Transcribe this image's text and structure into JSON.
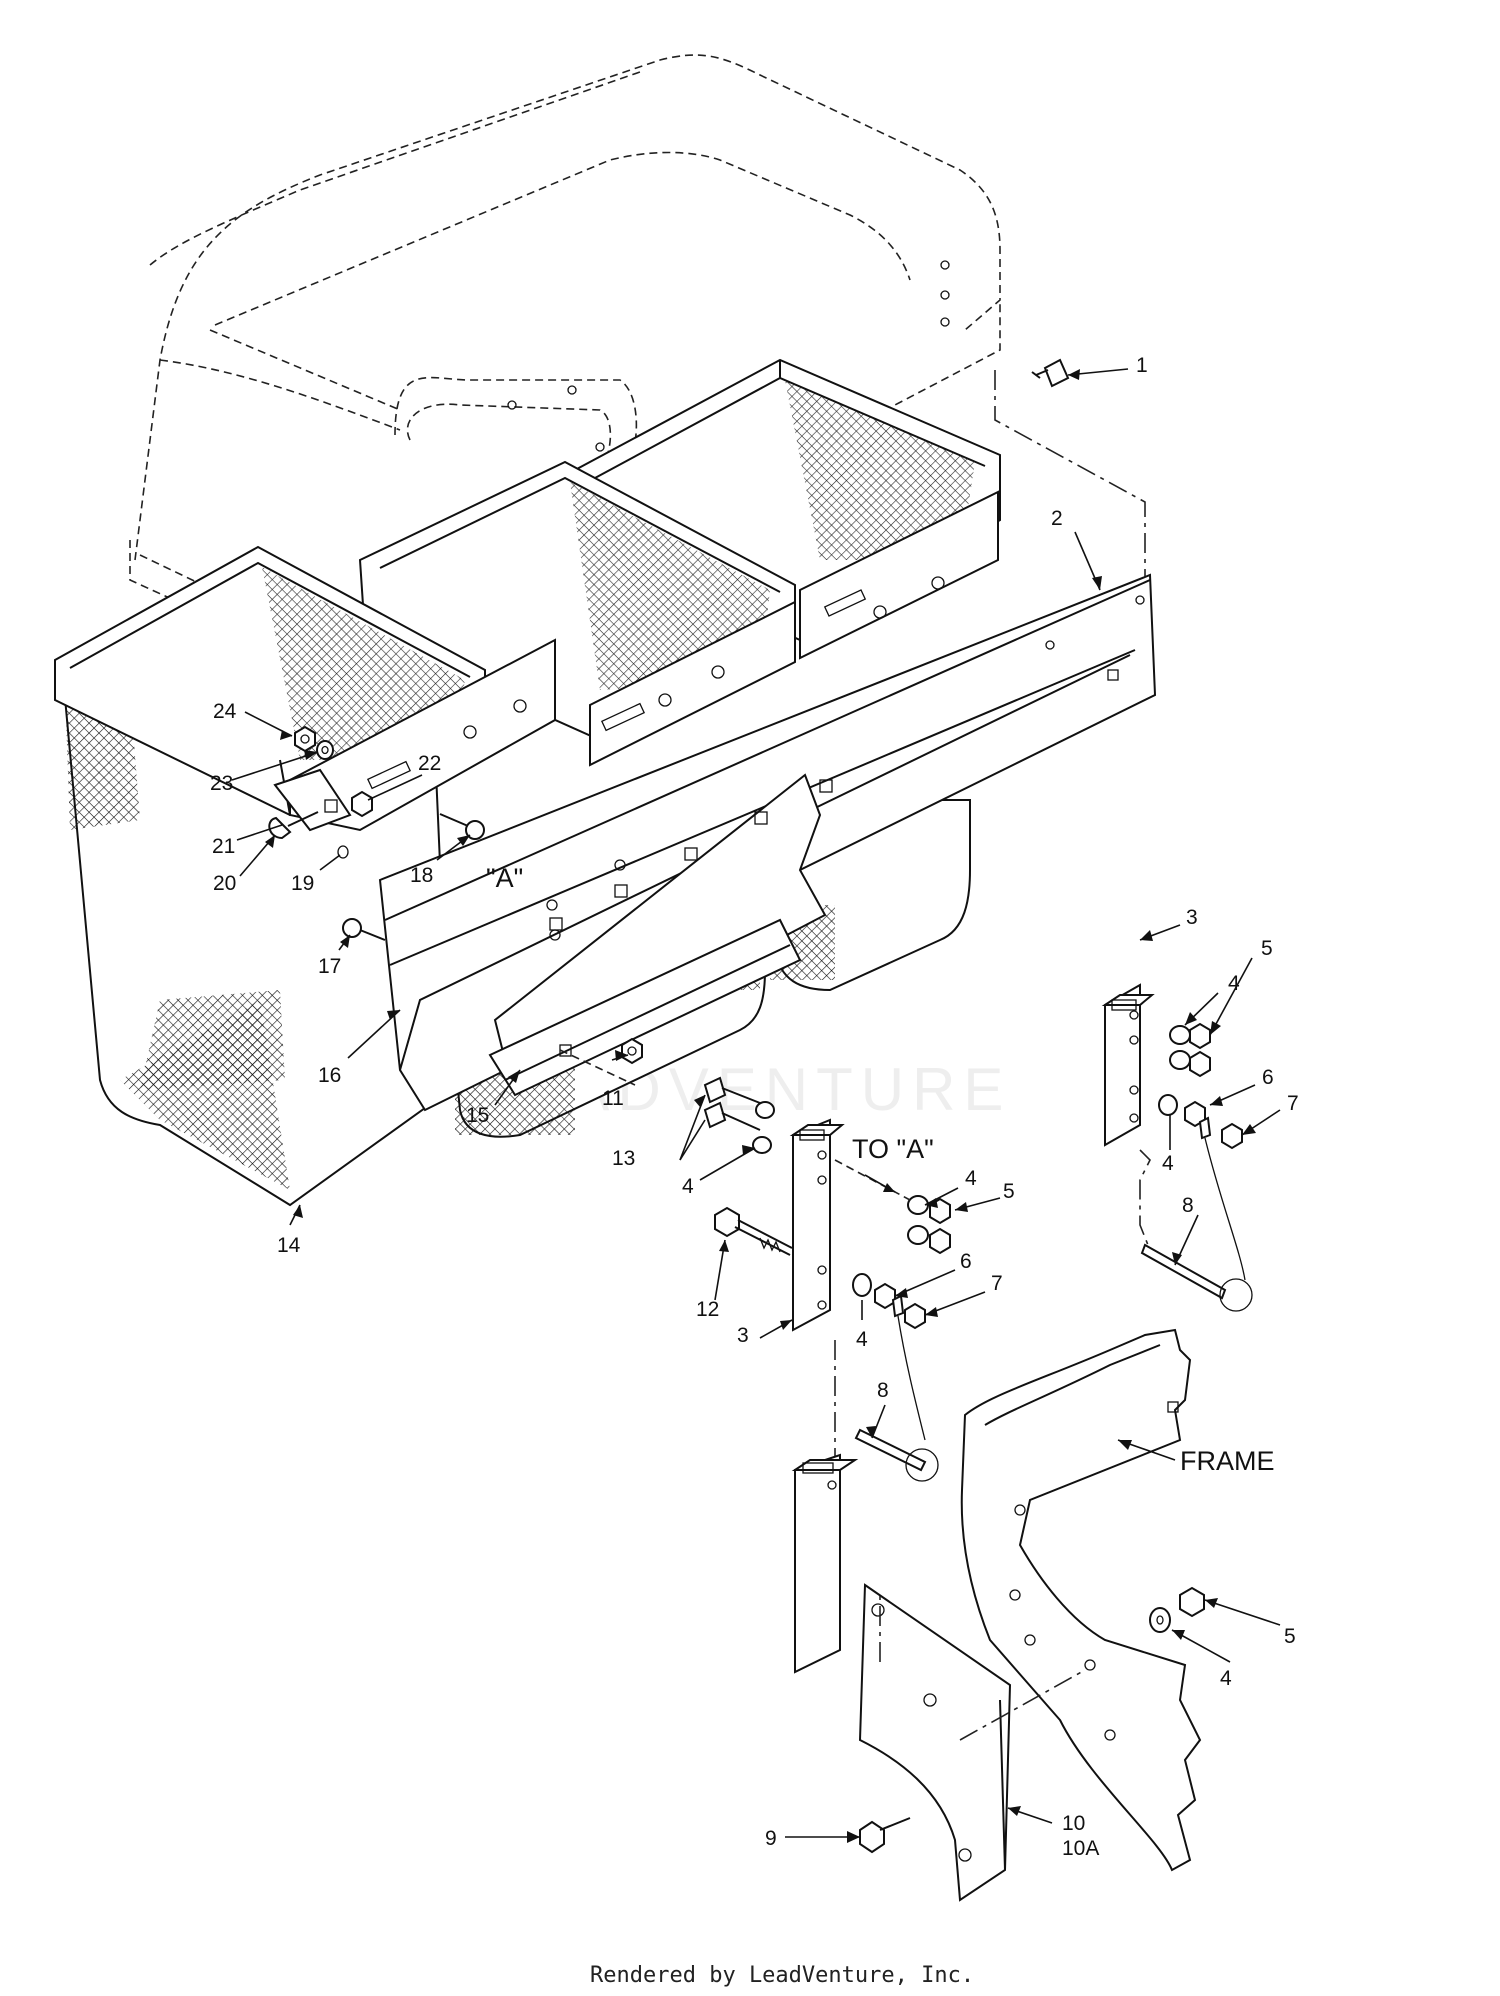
{
  "diagram": {
    "labels": {
      "p1": "1",
      "p2": "2",
      "p3a": "3",
      "p4a": "4",
      "p5a": "5",
      "p6a": "6",
      "p7a": "7",
      "p4b": "4",
      "p8a": "8",
      "p13": "13",
      "p4c": "4",
      "to_a": "TO \"A\"",
      "p4d": "4",
      "p5b": "5",
      "p12": "12",
      "p3b": "3",
      "p4e": "4",
      "p6b": "6",
      "p7b": "7",
      "p8b": "8",
      "frame": "FRAME",
      "p5c": "5",
      "p4f": "4",
      "p9": "9",
      "p10": "10",
      "p10a": "10A",
      "p11": "11",
      "p14": "14",
      "p15": "15",
      "p16": "16",
      "p17": "17",
      "p18": "18",
      "p19": "19",
      "p20": "20",
      "p21": "21",
      "p22": "22",
      "p23": "23",
      "p24": "24",
      "ref_a": "\"A\""
    },
    "watermark": "LEADVENTURE",
    "footer": "Rendered by LeadVenture, Inc."
  }
}
